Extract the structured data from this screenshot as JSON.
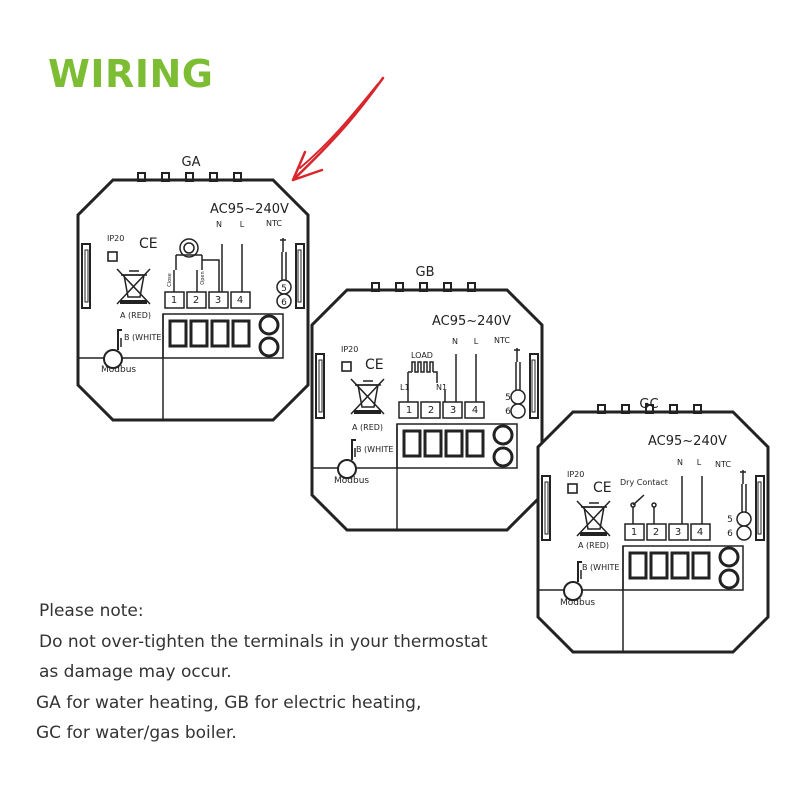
{
  "heading": {
    "text": "WIRING",
    "color": "#7cbd33"
  },
  "arrow_color": "#d8262c",
  "common": {
    "voltage": "AC95~240V",
    "ip": "IP20",
    "ce": "CE",
    "n": "N",
    "l": "L",
    "ntc": "NTC",
    "t5": "5",
    "t6": "6",
    "t1": "1",
    "t2": "2",
    "t3": "3",
    "t4": "4",
    "a_red": "A (RED)",
    "modbus": "Modbus"
  },
  "units": [
    {
      "name": "GA",
      "b_label": "B (WHITE)",
      "close": "Close",
      "open": "Open"
    },
    {
      "name": "GB",
      "b_label": "B (WHITE",
      "load": "LOAD",
      "l1": "L1",
      "n1": "N1"
    },
    {
      "name": "GC",
      "b_label": "B (WHITE",
      "dry": "Dry Contact"
    }
  ],
  "notes": [
    "Please note:",
    "Do not over-tighten the terminals in your thermostat",
    "as damage may occur.",
    "GA for water heating, GB for electric heating,",
    "GC for water/gas boiler."
  ]
}
